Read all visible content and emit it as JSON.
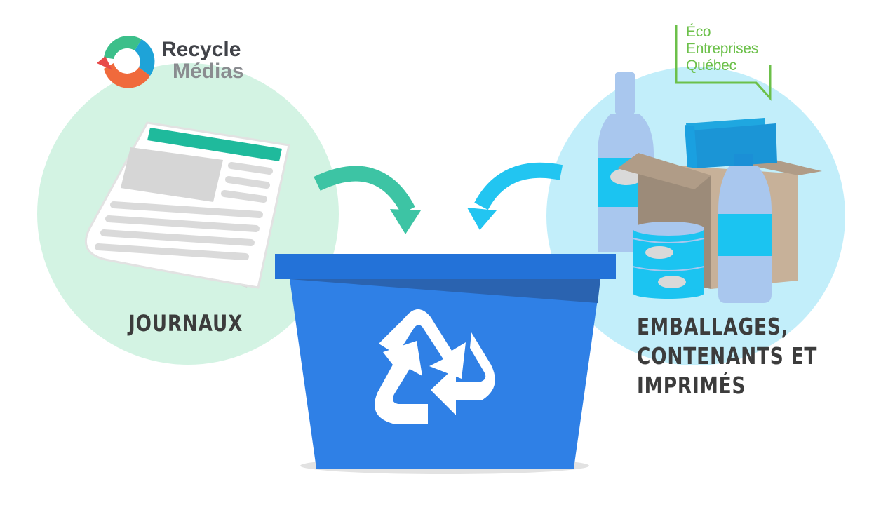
{
  "logos": {
    "recycle_medias": {
      "line1": "Recycle",
      "line2": "Médias"
    },
    "eco_entreprises": {
      "line1": "Éco",
      "line2": "Entreprises",
      "line3": "Québec"
    }
  },
  "labels": {
    "journaux": "JOURNAUX",
    "emballages": [
      "EMBALLAGES,",
      "CONTENANTS ET",
      "IMPRIMÉS"
    ]
  },
  "colors": {
    "left_circle": "#d3f3e3",
    "right_circle": "#c2eefa",
    "left_arrow": "#3dc4a4",
    "right_arrow": "#22c5f1",
    "bin": "#2f80e6",
    "bin_rim": "#2372d8",
    "bin_shadow": "#2a63b0",
    "recycle_symbol": "#ffffff",
    "eco_green": "#6cc04a"
  },
  "icons": [
    "recycle-medias-logo-icon",
    "newspaper-icon",
    "bottle-icon",
    "box-icon",
    "books-icon",
    "plastic-bottle-icon",
    "can-icon",
    "recycling-bin-icon",
    "recycle-symbol-icon"
  ]
}
